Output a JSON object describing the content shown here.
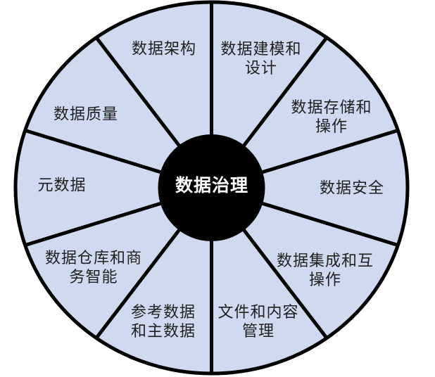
{
  "diagram": {
    "type": "wheel",
    "center": {
      "label": "数据治理"
    },
    "sectors": [
      {
        "label": "数据建模和\n设计"
      },
      {
        "label": "数据存储和\n操作"
      },
      {
        "label": "数据安全"
      },
      {
        "label": "数据集成和互\n操作"
      },
      {
        "label": "文件和内容\n管理"
      },
      {
        "label": "参考数据\n和主数据"
      },
      {
        "label": "数据仓库和商\n务智能"
      },
      {
        "label": "元数据"
      },
      {
        "label": "数据质量"
      },
      {
        "label": "数据架构"
      }
    ],
    "colors": {
      "sector_fill": "#cfd9ef",
      "outline": "#000000",
      "center_fill": "#000000",
      "center_text": "#ffffff",
      "label_text": "#1f1f1f"
    }
  }
}
